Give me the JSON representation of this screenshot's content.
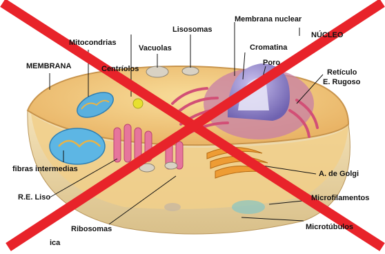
{
  "labels": {
    "membrana": "MEMBRANA",
    "mitocondrias": "Mitocondrias",
    "centriolos": "Centríolos",
    "vacuolas": "Vacuolas",
    "lisosomas": "Lisosomas",
    "membrana_nuclear": "Membrana nuclear",
    "nucleo": "NÚCLEO",
    "cromatina": "Cromatina",
    "poro": "Poro",
    "reticulo": "Retículo",
    "e_rugoso": "E. Rugoso",
    "fibras_intermedias": "fibras intermedias",
    "a_de_golgi": "A. de Golgi",
    "re_liso": "R.E. Liso",
    "microfilamentos": "Microfilamentos",
    "ribosomas": "Ribosomas",
    "microtubulos": "Microtúbulos",
    "bottom_fragment": "ica"
  },
  "colors": {
    "cross": "#e8232a",
    "cytoplasm": "#f0c678",
    "membrane": "#e9b165",
    "nucleus": "#8a7fc4",
    "mitochondria": "#4aa3d6",
    "golgi": "#e8972e",
    "er": "#d9547a"
  }
}
